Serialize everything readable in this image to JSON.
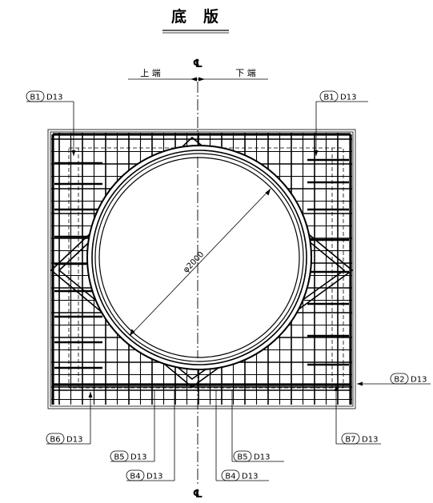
{
  "title": "底　版",
  "centerline_symbol": "℄",
  "side_labels": {
    "upper_end": "上 端",
    "lower_end": "下 端"
  },
  "diameter_label": "φ2000",
  "callouts": [
    {
      "id": "b1-left",
      "mark": "B1",
      "size": "D13"
    },
    {
      "id": "b1-right",
      "mark": "B1",
      "size": "D13"
    },
    {
      "id": "b2",
      "mark": "B2",
      "size": "D13"
    },
    {
      "id": "b6",
      "mark": "B6",
      "size": "D13"
    },
    {
      "id": "b7",
      "mark": "B7",
      "size": "D13"
    },
    {
      "id": "b5-left",
      "mark": "B5",
      "size": "D13"
    },
    {
      "id": "b5-right",
      "mark": "B5",
      "size": "D13"
    },
    {
      "id": "b4-left",
      "mark": "B4",
      "size": "D13"
    },
    {
      "id": "b4-right",
      "mark": "B4",
      "size": "D13"
    }
  ]
}
